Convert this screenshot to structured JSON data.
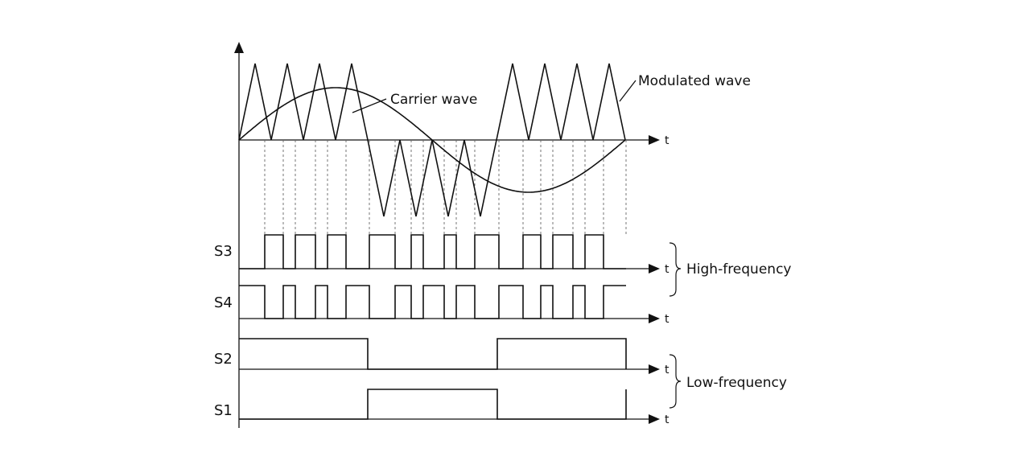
{
  "labels": {
    "carrier_wave": "Carrier wave",
    "modulated_wave": "Modulated wave",
    "s3": "S3",
    "s4": "S4",
    "s2": "S2",
    "s1": "S1",
    "time_axis": "t",
    "high_frequency": "High-frequency",
    "low_frequency": "Low-frequency"
  },
  "colors": {
    "ink": "#111111",
    "guide": "#666666",
    "background": "#ffffff"
  }
}
